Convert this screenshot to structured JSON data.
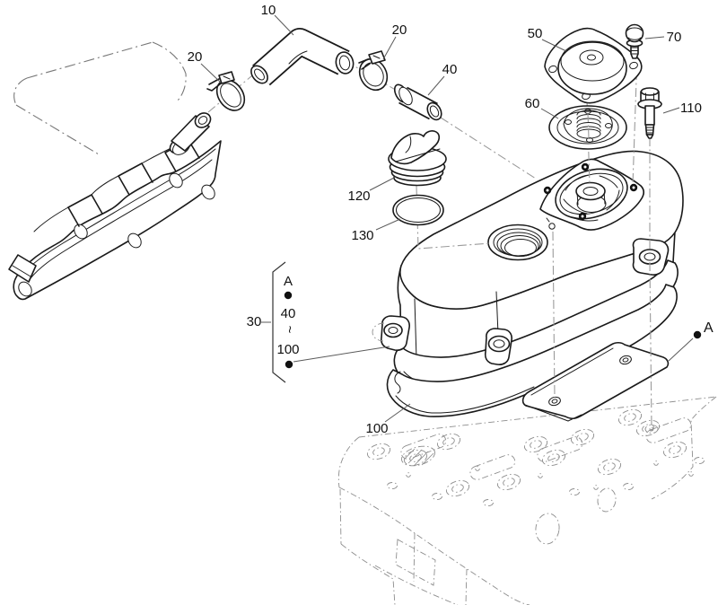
{
  "diagram": {
    "kind": "exploded-parts-diagram",
    "subject": "engine cylinder head cover assembly",
    "colors": {
      "background": "#ffffff",
      "ink": "#1a1a1a",
      "leader": "#5a5a5a",
      "centerline": "#9b9b9b",
      "phantom": "#8d8d8d"
    },
    "labels": {
      "hose": "10",
      "clamp_left": "20",
      "clamp_right": "20",
      "vent_tube": "40",
      "breather_cap": "50",
      "breather_diaphragm": "60",
      "cap_bolt": "70",
      "gasket": "100",
      "flange_bolt": "110",
      "oil_filler_cap": "120",
      "filler_o_ring": "130",
      "cover_assembly": "30"
    },
    "bracket": {
      "ref_marker": "A",
      "range_from": "40",
      "range_symbol": "~",
      "range_to": "100"
    },
    "view_marker": {
      "label": "A"
    }
  }
}
